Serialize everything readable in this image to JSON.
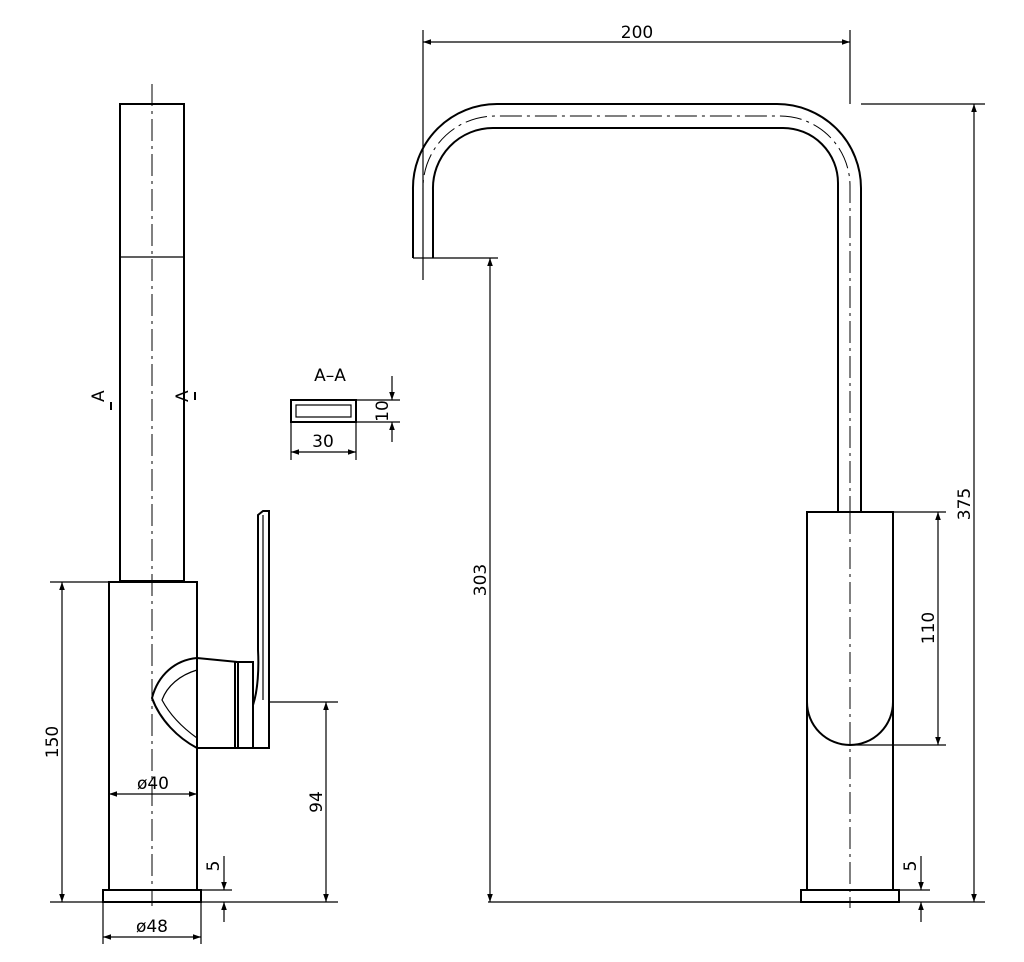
{
  "side_view": {
    "section_marks": [
      "A",
      "A"
    ],
    "dims": {
      "height_body": "150",
      "body_diameter": "ø40",
      "base_diameter": "ø48",
      "lever_height": "94",
      "base_thickness": "5"
    }
  },
  "section": {
    "title": "A–A",
    "width": "30",
    "height": "10"
  },
  "front_view": {
    "dims": {
      "spout_reach": "200",
      "total_height": "375",
      "spout_height": "303",
      "body_height": "110",
      "base_thickness": "5"
    }
  }
}
